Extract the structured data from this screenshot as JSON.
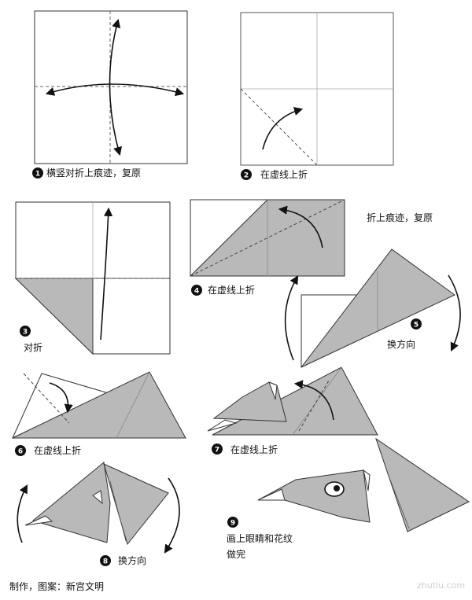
{
  "colors": {
    "paper": "#ffffff",
    "fill": "#b9b9b9",
    "line": "#333333"
  },
  "steps": [
    {
      "num": "1",
      "text": "横竖对折上痕迹，复原"
    },
    {
      "num": "2",
      "text": "在虚线上折"
    },
    {
      "num": "3",
      "text": "对折"
    },
    {
      "num": "4",
      "text": "在虚线上折",
      "note": "折上痕迹，复原"
    },
    {
      "num": "5",
      "text": "换方向"
    },
    {
      "num": "6",
      "text": "在虚线上折"
    },
    {
      "num": "7",
      "text": "在虚线上折"
    },
    {
      "num": "8",
      "text": "换方向"
    },
    {
      "num": "9",
      "text": "画上眼睛和花纹",
      "text2": "做完"
    }
  ],
  "credit": "制作，图案：新宫文明",
  "watermark": "zhutiu.com"
}
